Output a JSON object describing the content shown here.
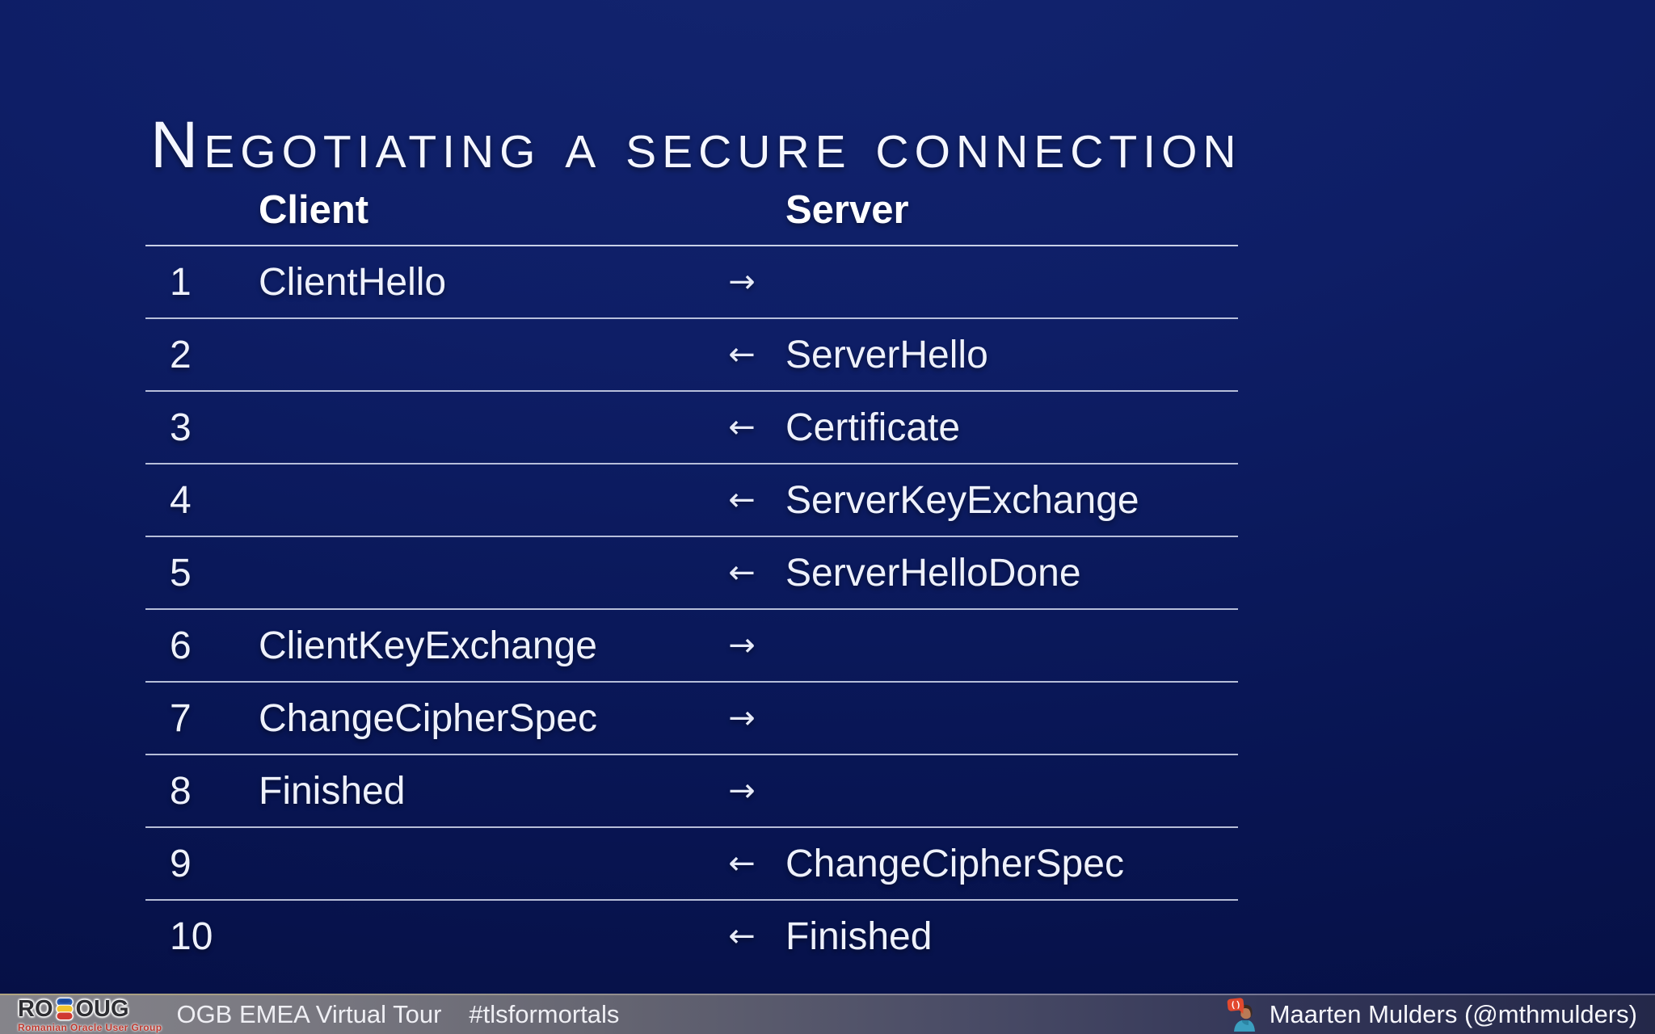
{
  "slide": {
    "title": "Negotiating a secure connection",
    "table": {
      "headers": {
        "client": "Client",
        "server": "Server"
      },
      "rows": [
        {
          "n": "1",
          "client": "ClientHello",
          "arrow": "→",
          "server": ""
        },
        {
          "n": "2",
          "client": "",
          "arrow": "←",
          "server": "ServerHello"
        },
        {
          "n": "3",
          "client": "",
          "arrow": "←",
          "server": "Certificate"
        },
        {
          "n": "4",
          "client": "",
          "arrow": "←",
          "server": "ServerKeyExchange"
        },
        {
          "n": "5",
          "client": "",
          "arrow": "←",
          "server": "ServerHelloDone"
        },
        {
          "n": "6",
          "client": "ClientKeyExchange",
          "arrow": "→",
          "server": ""
        },
        {
          "n": "7",
          "client": "ChangeCipherSpec",
          "arrow": "→",
          "server": ""
        },
        {
          "n": "8",
          "client": "Finished",
          "arrow": "→",
          "server": ""
        },
        {
          "n": "9",
          "client": "",
          "arrow": "←",
          "server": "ChangeCipherSpec"
        },
        {
          "n": "10",
          "client": "",
          "arrow": "←",
          "server": "Finished"
        }
      ]
    }
  },
  "footer": {
    "logo": {
      "left": "RO",
      "right": "OUG",
      "subtitle": "Romanian Oracle User Group"
    },
    "event": "OGB EMEA Virtual Tour",
    "hashtag": "#tlsformortals",
    "bubble_text": "()",
    "author": "Maarten Mulders (@mthmulders)"
  },
  "colors": {
    "background_top": "#132570",
    "background_bottom": "#050d3d",
    "text": "#f2f5ff",
    "divider": "#dde3f5",
    "footer_left": "#85848a",
    "footer_right": "#242849",
    "footer_top_line": "#c4b586",
    "logo_text": "#2e2e33",
    "logo_subtitle_red": "#c03a30",
    "barrel_blue": "#2a5db5",
    "barrel_yellow": "#f2c42d",
    "barrel_red": "#cf3a31",
    "bubble_orange": "#e2492e",
    "person_shirt_teal": "#3b9fc0"
  }
}
